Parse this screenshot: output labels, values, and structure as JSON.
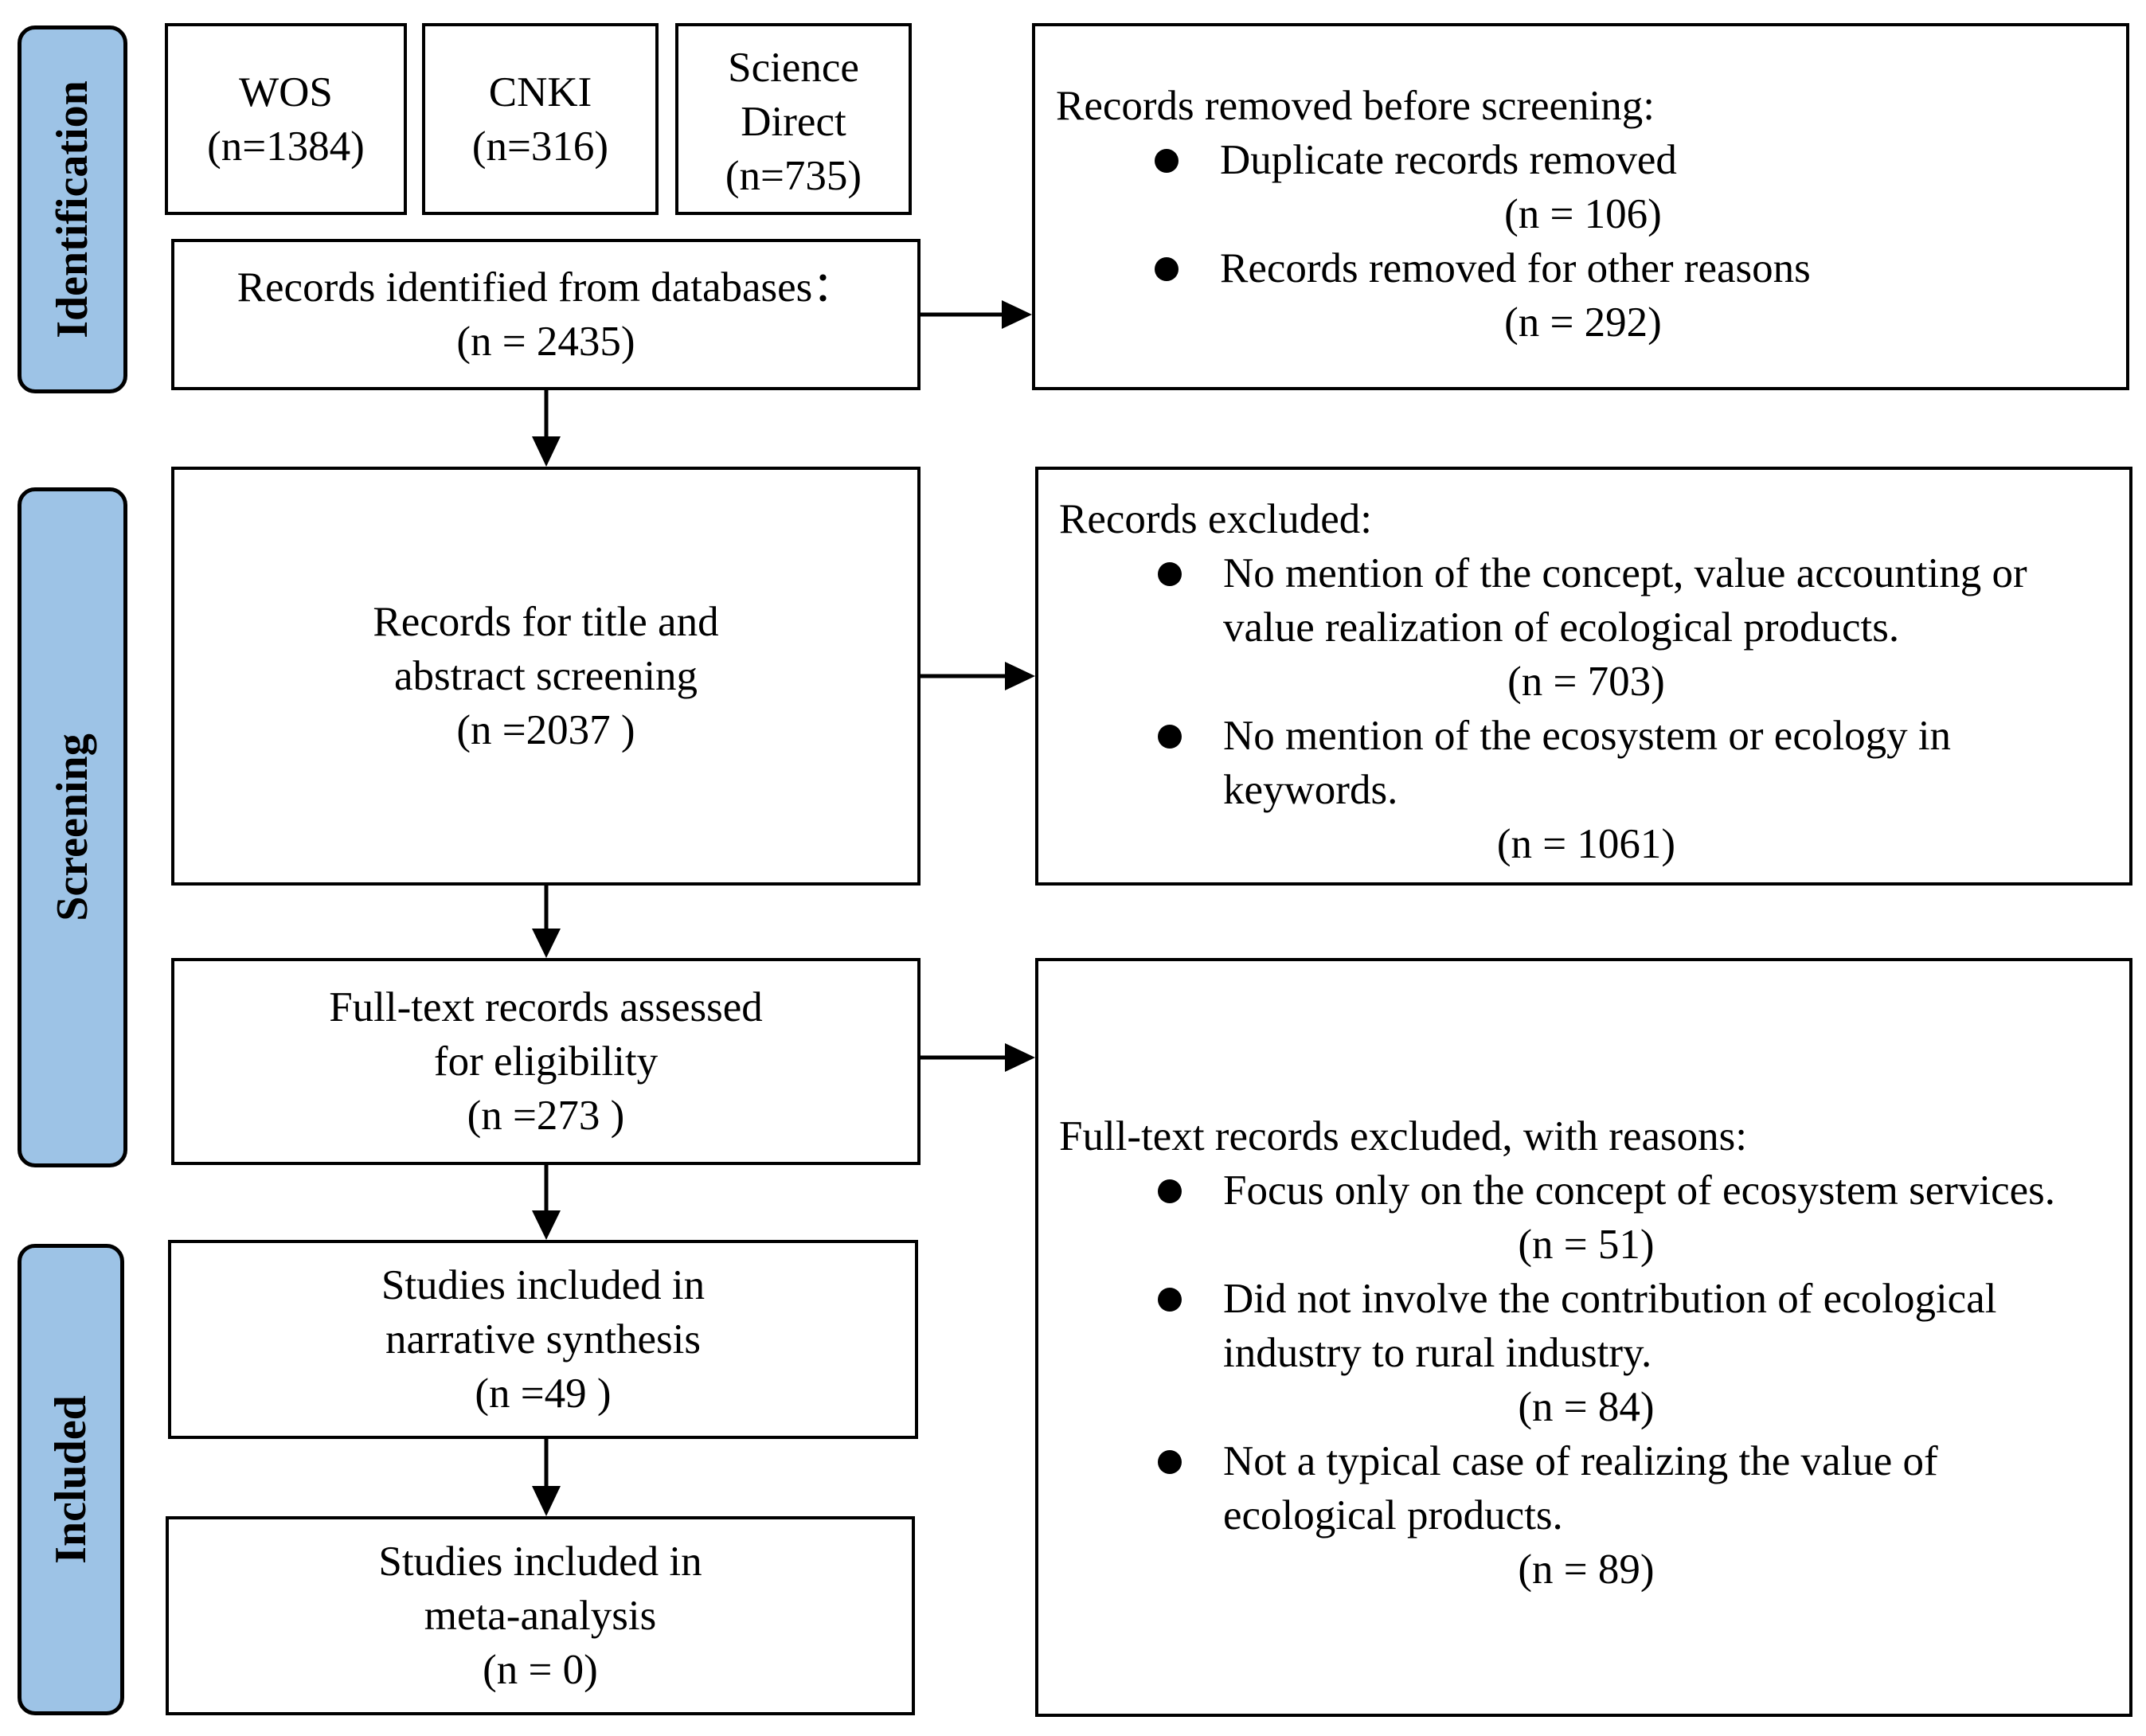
{
  "phases": {
    "identification": "Identification",
    "screening": "Screening",
    "included": "Included"
  },
  "sources": [
    {
      "name": "WOS",
      "count": "(n=1384)"
    },
    {
      "name": "CNKI",
      "count": "(n=316)"
    },
    {
      "name_line1": "Science",
      "name_line2": "Direct",
      "count": "(n=735)"
    }
  ],
  "identified": {
    "line1": "Records identified from databases：",
    "count": "(n = 2435)"
  },
  "removed": {
    "heading": "Records removed before screening:",
    "items": [
      {
        "text": "Duplicate records removed",
        "count": "(n = 106)"
      },
      {
        "text": "Records removed for other reasons",
        "count": "(n = 292)"
      }
    ]
  },
  "screening_box": {
    "line1": "Records for title and",
    "line2": "abstract screening",
    "count": "(n =2037 )"
  },
  "excluded": {
    "heading": "Records excluded:",
    "items": [
      {
        "text": "No mention of the concept, value accounting or value realization of ecological products.",
        "count": "(n = 703)"
      },
      {
        "text": "No mention of the  ecosystem or ecology in keywords.",
        "count": "(n = 1061)"
      }
    ]
  },
  "fulltext": {
    "line1": "Full-text records assessed",
    "line2": "for eligibility",
    "count": "(n =273 )"
  },
  "fulltext_excluded": {
    "heading": "Full-text records excluded, with reasons:",
    "items": [
      {
        "text": "Focus only on the concept of ecosystem services.",
        "count": "(n = 51)"
      },
      {
        "text": "Did not involve the contribution of ecological industry to rural industry.",
        "count": "(n = 84)"
      },
      {
        "text": "Not a typical case of realizing the value of ecological products.",
        "count": "(n = 89)"
      }
    ]
  },
  "narrative": {
    "line1": "Studies included in",
    "line2": "narrative synthesis",
    "count": "(n =49 )"
  },
  "meta": {
    "line1": "Studies included in",
    "line2": "meta-analysis",
    "count": "(n = 0)"
  }
}
